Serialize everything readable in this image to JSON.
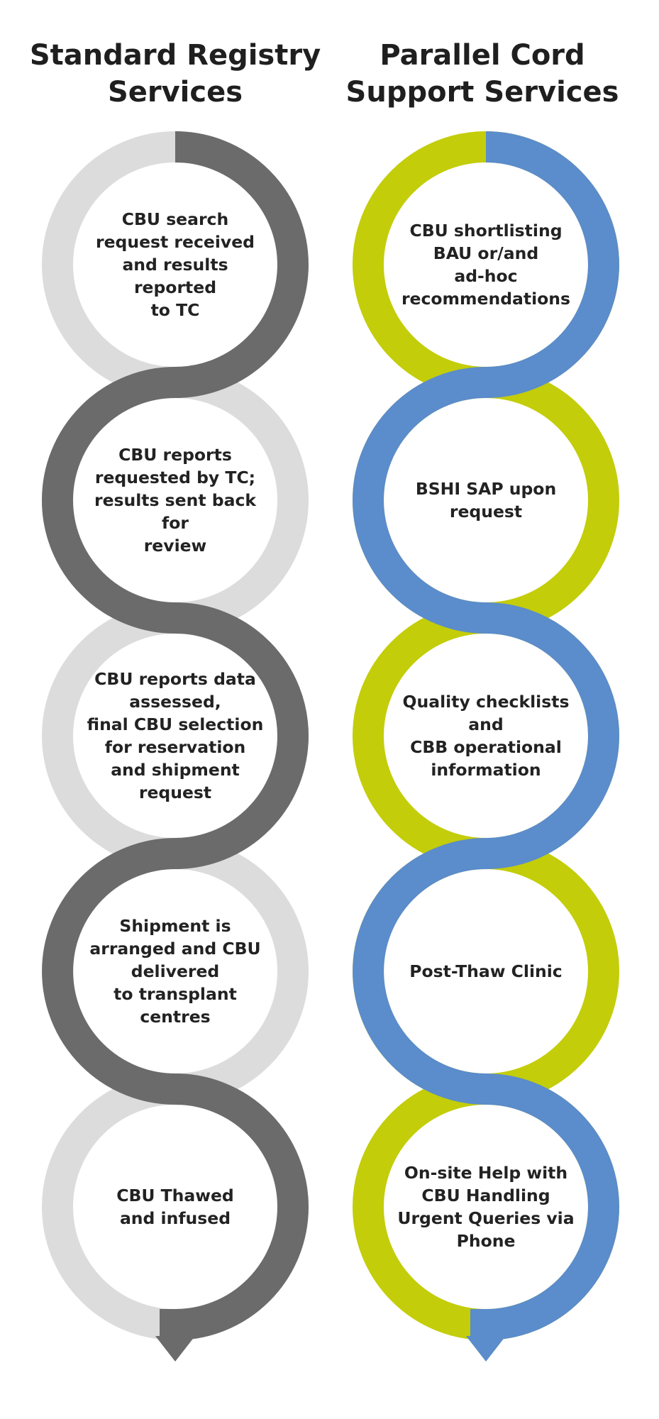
{
  "columns": [
    {
      "title": "Standard Registry\nServices",
      "colors": {
        "ring_back": "#dcdcdc",
        "ring_front": "#6b6b6b"
      },
      "steps": [
        "CBU search\nrequest received\nand results reported\nto TC",
        "CBU reports\nrequested by TC;\nresults sent back for\nreview",
        "CBU reports data\nassessed,\nfinal CBU selection\nfor reservation\nand shipment\nrequest",
        "Shipment is\narranged and CBU\ndelivered\nto transplant\ncentres",
        "CBU Thawed\nand infused"
      ]
    },
    {
      "title": "Parallel Cord\nSupport Services",
      "colors": {
        "ring_back": "#c3cd09",
        "ring_front": "#5b8ccb"
      },
      "steps": [
        "CBU shortlisting\nBAU or/and\nad-hoc\nrecommendations",
        "BSHI SAP upon\nrequest",
        "Quality checklists\nand\nCBB operational\ninformation",
        "Post-Thaw Clinic",
        "On-site Help with\nCBU Handling\nUrgent Queries via\nPhone"
      ]
    }
  ]
}
